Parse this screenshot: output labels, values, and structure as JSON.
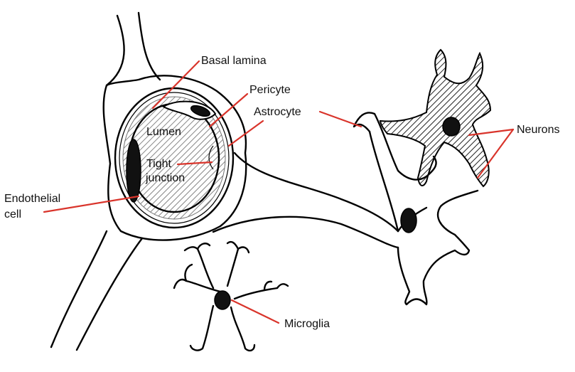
{
  "labels": {
    "basal_lamina": "Basal lamina",
    "pericyte": "Pericyte",
    "astrocyte": "Astrocyte",
    "lumen": "Lumen",
    "tight_junction_1": "Tight",
    "tight_junction_2": "junction",
    "endothelial_1": "Endothelial",
    "endothelial_2": "cell",
    "neurons": "Neurons",
    "microglia": "Microglia"
  },
  "colors": {
    "leader_lines": "#d9342b",
    "ink": "#000000",
    "neuron_hatch": "#222222"
  }
}
